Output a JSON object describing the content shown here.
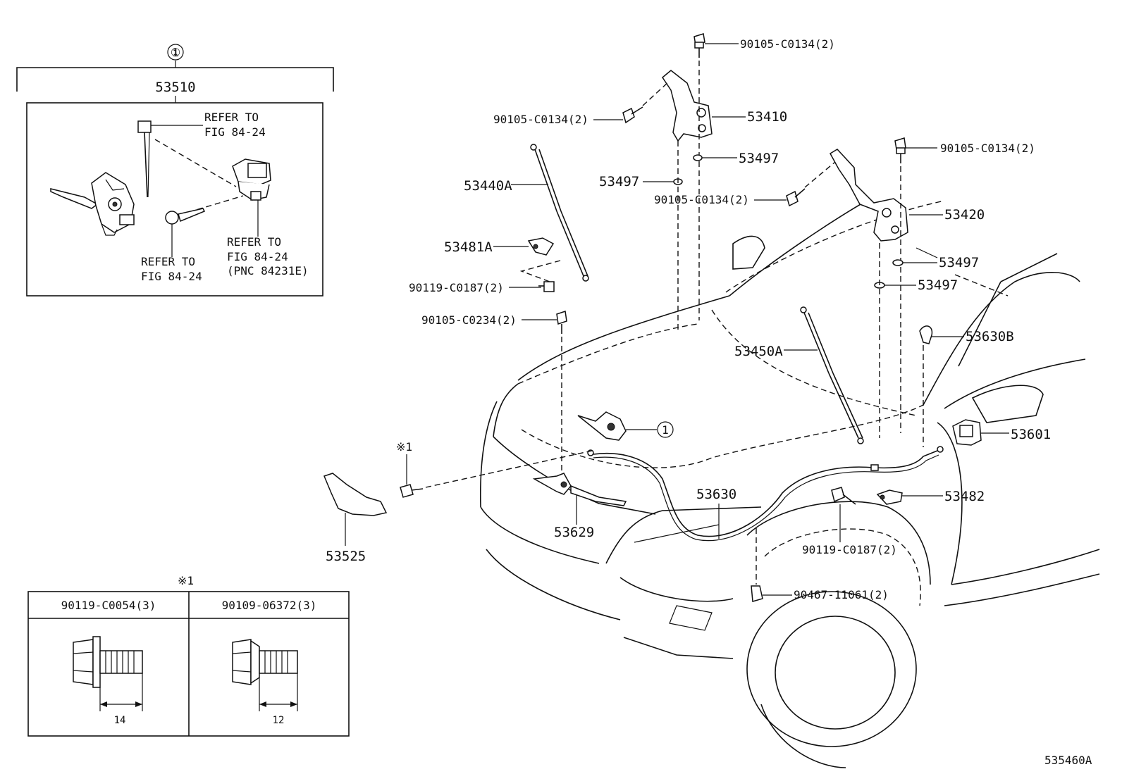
{
  "diagram": {
    "figure_id": "535460A",
    "callout_symbol": "①",
    "note_symbol": "※1",
    "group": {
      "assembly_number": "53510",
      "refer_top": [
        "REFER TO",
        "FIG 84-24"
      ],
      "refer_right": [
        "REFER TO",
        "FIG 84-24",
        "(PNC 84231E)"
      ],
      "refer_bottom": [
        "REFER TO",
        "FIG 84-24"
      ]
    },
    "parts": {
      "p_53440A": "53440A",
      "p_53481A": "53481A",
      "p_90119_c0187_left": "90119-C0187(2)",
      "p_90105_c0234": "90105-C0234(2)",
      "p_90105_c0134_top": "90105-C0134(2)",
      "p_90105_c0134_left": "90105-C0134(2)",
      "p_53410": "53410",
      "p_53497_a": "53497",
      "p_53497_b": "53497",
      "p_90105_c0134_mid": "90105-C0134(2)",
      "p_90105_c0134_right": "90105-C0134(2)",
      "p_53420": "53420",
      "p_53497_c": "53497",
      "p_53497_d": "53497",
      "p_53630B": "53630B",
      "p_53450A": "53450A",
      "p_53601": "53601",
      "p_53482": "53482",
      "p_53630": "53630",
      "p_53629": "53629",
      "p_53525": "53525",
      "p_90119_c0187_right": "90119-C0187(2)",
      "p_90467_11061": "90467-11061(2)"
    },
    "bolt_table": {
      "columns": [
        "90119-C0054(3)",
        "90109-06372(3)"
      ],
      "lengths": [
        "14",
        "12"
      ]
    }
  }
}
